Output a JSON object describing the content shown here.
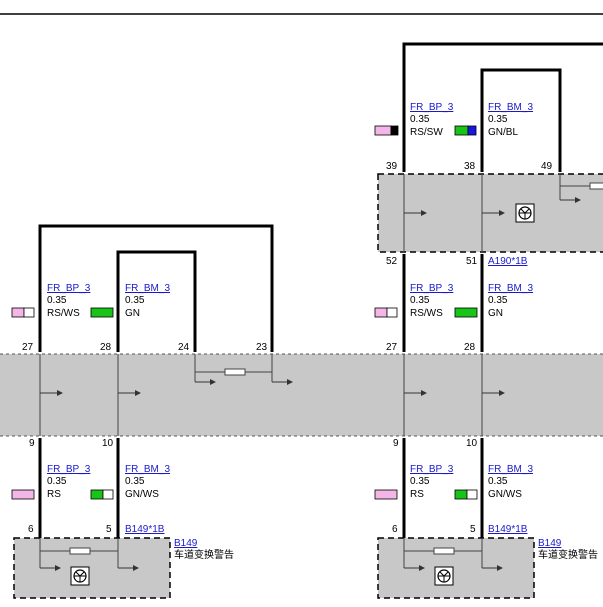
{
  "colors": {
    "wire": "#000000",
    "module_fill": "#c8c8c8",
    "link": "#1a1acc",
    "pink": "#f4b6e6",
    "green": "#18c418",
    "blue": "#1717e0",
    "black": "#000000",
    "white": "#ffffff"
  },
  "left": {
    "upper": {
      "wire1": {
        "net": "FR_BP_3",
        "size": "0.35",
        "color_code": "RS/WS",
        "swatch": [
          "pink",
          "white"
        ]
      },
      "wire2": {
        "net": "FR_BM_3",
        "size": "0.35",
        "color_code": "GN",
        "swatch": [
          "green"
        ]
      },
      "pins": {
        "p1": "27",
        "p2": "28",
        "p3": "24",
        "p4": "23"
      }
    },
    "lower": {
      "wire1": {
        "net": "FR_BP_3",
        "size": "0.35",
        "color_code": "RS",
        "swatch": [
          "pink"
        ]
      },
      "wire2": {
        "net": "FR_BM_3",
        "size": "0.35",
        "color_code": "GN/WS",
        "swatch": [
          "green",
          "white"
        ]
      },
      "pins_top": {
        "p1": "9",
        "p2": "10"
      },
      "pins_bottom": {
        "p1": "6",
        "p2": "5"
      },
      "connector": "B149*1B",
      "device_link": "B149",
      "device_name": "车道变换警告"
    }
  },
  "right": {
    "top": {
      "wire1": {
        "net": "FR_BP_3",
        "size": "0.35",
        "color_code": "RS/SW",
        "swatch": [
          "pink",
          "black"
        ]
      },
      "wire2": {
        "net": "FR_BM_3",
        "size": "0.35",
        "color_code": "GN/BL",
        "swatch": [
          "green",
          "blue"
        ]
      },
      "pins_top": {
        "p1": "39",
        "p2": "38",
        "p3": "49"
      },
      "pins_bottom": {
        "p1": "52",
        "p2": "51"
      },
      "connector": "A190*1B"
    },
    "upper": {
      "wire1": {
        "net": "FR_BP_3",
        "size": "0.35",
        "color_code": "RS/WS",
        "swatch": [
          "pink",
          "white"
        ]
      },
      "wire2": {
        "net": "FR_BM_3",
        "size": "0.35",
        "color_code": "GN",
        "swatch": [
          "green"
        ]
      },
      "pins": {
        "p1": "27",
        "p2": "28"
      }
    },
    "lower": {
      "wire1": {
        "net": "FR_BP_3",
        "size": "0.35",
        "color_code": "RS",
        "swatch": [
          "pink"
        ]
      },
      "wire2": {
        "net": "FR_BM_3",
        "size": "0.35",
        "color_code": "GN/WS",
        "swatch": [
          "green",
          "white"
        ]
      },
      "pins_top": {
        "p1": "9",
        "p2": "10"
      },
      "pins_bottom": {
        "p1": "6",
        "p2": "5"
      },
      "connector": "B149*1B",
      "device_link": "B149",
      "device_name": "车道变换警告"
    }
  }
}
